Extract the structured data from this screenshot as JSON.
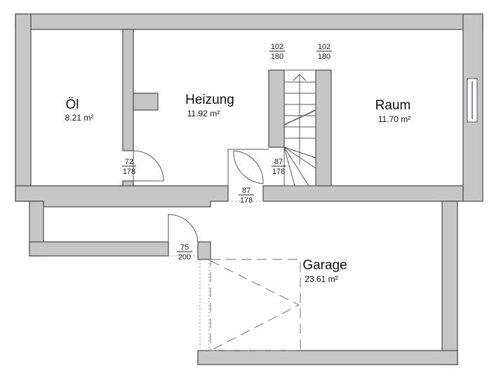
{
  "rooms": [
    {
      "name": "Öl",
      "area": "8.21 m²"
    },
    {
      "name": "Heizung",
      "area": "11.92 m²"
    },
    {
      "name": "Raum",
      "area": "11.70 m²"
    },
    {
      "name": "Garage",
      "area": "23.61 m²"
    }
  ],
  "openings": [
    {
      "width": "102",
      "height": "180"
    },
    {
      "width": "102",
      "height": "180"
    },
    {
      "width": "72",
      "height": "178"
    },
    {
      "width": "87",
      "height": "178"
    },
    {
      "width": "87",
      "height": "178"
    },
    {
      "width": "75",
      "height": "200"
    }
  ],
  "colors": {
    "wall": "#c6c6c6",
    "outline": "#4a4a4a"
  }
}
